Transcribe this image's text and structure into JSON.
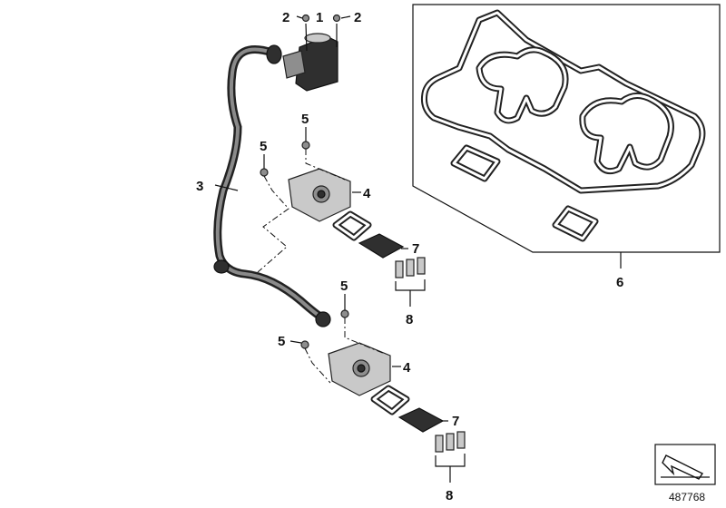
{
  "diagram": {
    "reference_number": "487768",
    "callouts": [
      {
        "id": "c1",
        "label": "1"
      },
      {
        "id": "c2a",
        "label": "2"
      },
      {
        "id": "c2b",
        "label": "2"
      },
      {
        "id": "c3",
        "label": "3"
      },
      {
        "id": "c4a",
        "label": "4"
      },
      {
        "id": "c4b",
        "label": "4"
      },
      {
        "id": "c5a",
        "label": "5"
      },
      {
        "id": "c5b",
        "label": "5"
      },
      {
        "id": "c5c",
        "label": "5"
      },
      {
        "id": "c5d",
        "label": "5"
      },
      {
        "id": "c6",
        "label": "6"
      },
      {
        "id": "c7a",
        "label": "7"
      },
      {
        "id": "c7b",
        "label": "7"
      },
      {
        "id": "c8a",
        "label": "8"
      },
      {
        "id": "c8b",
        "label": "8"
      }
    ]
  },
  "colors": {
    "line": "#111111",
    "part_gray": "#8e8e8e",
    "part_dark": "#2f2f2f"
  }
}
